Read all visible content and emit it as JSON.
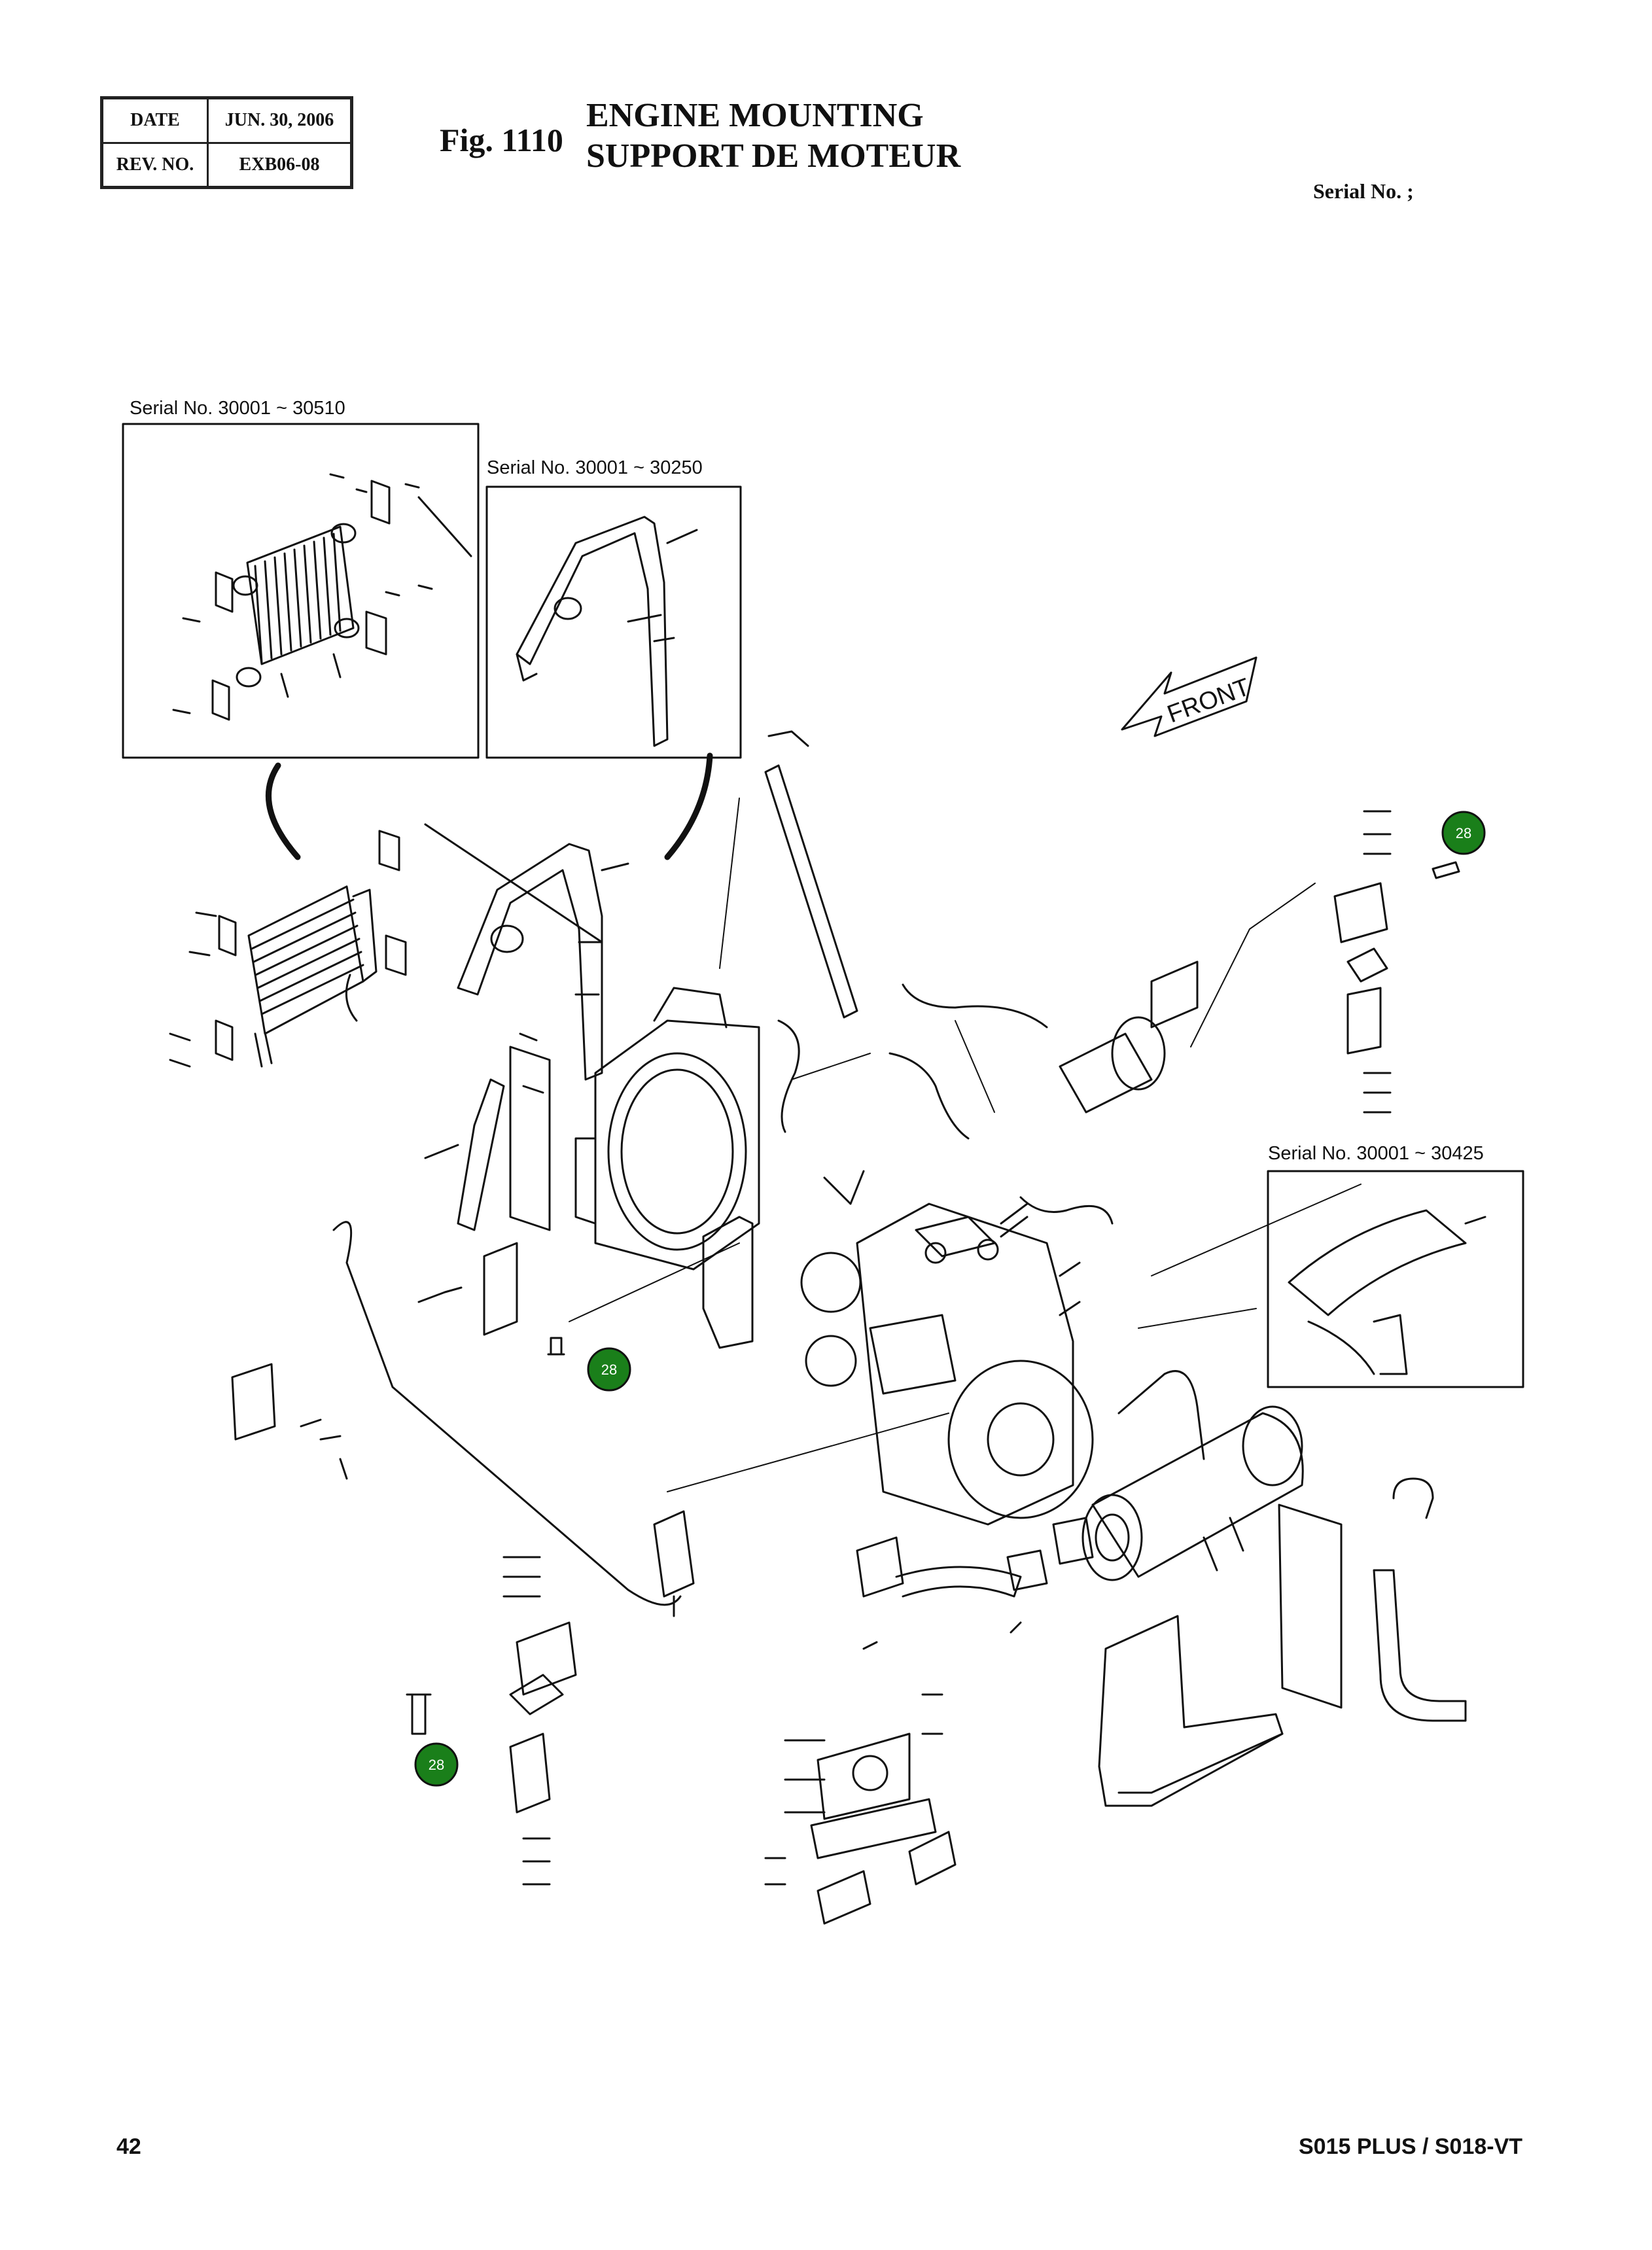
{
  "header": {
    "date_label": "DATE",
    "date_value": "JUN. 30, 2006",
    "rev_label": "REV. NO.",
    "rev_value": "EXB06-08"
  },
  "figure": {
    "number": "Fig. 1110",
    "title_en": "ENGINE MOUNTING",
    "title_fr": "SUPPORT DE MOTEUR",
    "serial_label": "Serial No. ;"
  },
  "insets": {
    "oil_cooler_range": "Serial No. 30001 ~ 30510",
    "shroud_range": "Serial No. 30001 ~ 30250",
    "muffler_range": "Serial No.  30001 ~ 30425"
  },
  "diagram": {
    "front_label": "FRONT",
    "callouts": [
      "28",
      "28",
      "28"
    ],
    "callout_color": "#1a7f1a"
  },
  "footer": {
    "page_number": "42",
    "model": "S015 PLUS / S018-VT"
  }
}
